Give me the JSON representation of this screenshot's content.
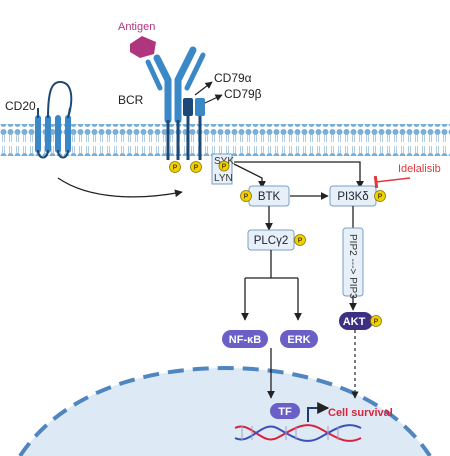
{
  "diagram": {
    "labels": {
      "antigen": "Antigen",
      "cd20": "CD20",
      "bcr": "BCR",
      "cd79a": "CD79α",
      "cd79b": "CD79β",
      "syk": "SYK",
      "lyn": "LYN",
      "btk": "BTK",
      "pi3k": "PI3Kδ",
      "plcg2": "PLCγ2",
      "pip": "PIP2 ---> PIP3",
      "akt": "AKT",
      "nfkb": "NF-κB",
      "erk": "ERK",
      "tf": "TF",
      "cell_survival": "Cell survival",
      "idelalisib": "Idelalisib",
      "phospho": "P"
    },
    "colors": {
      "antigen": "#b0357f",
      "receptor": "#3a88c6",
      "receptor_dark": "#1c4a78",
      "membrane_head": "#7aaed6",
      "box_fill": "#e7f0f9",
      "box_stroke": "#7b9fc0",
      "pill": "#6a5fc7",
      "phospho": "#f2d100",
      "inhibitor": "#e0383b",
      "nucleus": "#ddeaf5",
      "dna_red": "#d9233a",
      "dna_blue": "#3a4fb8"
    }
  }
}
